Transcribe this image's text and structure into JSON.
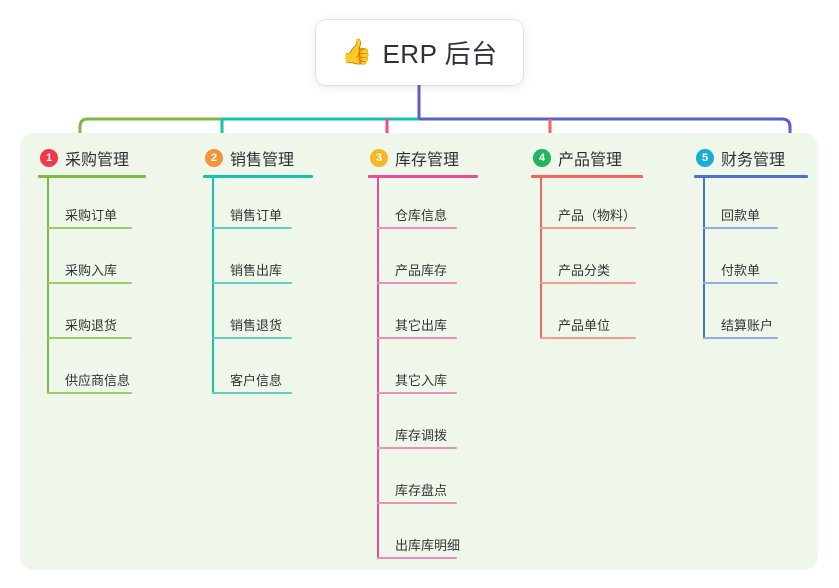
{
  "root": {
    "icon": "thumbs-up-icon",
    "emoji": "👍",
    "title": "ERP 后台"
  },
  "panel": {
    "background": "#eef7e9"
  },
  "connector_colors": {
    "center": "#5b5fc7",
    "left_bus": "#7fb843",
    "mid_bus": "#15c3ae",
    "right_bus": "#5b5fc7",
    "drop_1": "#7fb843",
    "drop_2": "#15c3ae",
    "drop_3": "#ea4c96",
    "drop_4": "#f4655e",
    "drop_5": "#4f6fd0"
  },
  "branches": [
    {
      "number": "1",
      "title": "采购管理",
      "badge_color": "#f0394d",
      "line_color": "#7fb843",
      "rule_color": "#7fb843",
      "leaf_color": "#9ccc6a",
      "children": [
        {
          "label": "采购订单"
        },
        {
          "label": "采购入库"
        },
        {
          "label": "采购退货"
        },
        {
          "label": "供应商信息"
        }
      ]
    },
    {
      "number": "2",
      "title": "销售管理",
      "badge_color": "#f3933a",
      "line_color": "#15c3ae",
      "rule_color": "#15c3ae",
      "leaf_color": "#66cdc2",
      "children": [
        {
          "label": "销售订单"
        },
        {
          "label": "销售出库"
        },
        {
          "label": "销售退货"
        },
        {
          "label": "客户信息"
        }
      ]
    },
    {
      "number": "3",
      "title": "库存管理",
      "badge_color": "#f6b825",
      "line_color": "#ea4c96",
      "rule_color": "#ea4c96",
      "leaf_color": "#ef8ebc",
      "children": [
        {
          "label": "仓库信息"
        },
        {
          "label": "产品库存"
        },
        {
          "label": "其它出库"
        },
        {
          "label": "其它入库"
        },
        {
          "label": "库存调拨"
        },
        {
          "label": "库存盘点"
        },
        {
          "label": "出库库明细"
        }
      ]
    },
    {
      "number": "4",
      "title": "产品管理",
      "badge_color": "#24b35e",
      "line_color": "#f4655e",
      "rule_color": "#f4655e",
      "leaf_color": "#f79a94",
      "children": [
        {
          "label": "产品（物料）"
        },
        {
          "label": "产品分类"
        },
        {
          "label": "产品单位"
        }
      ]
    },
    {
      "number": "5",
      "title": "财务管理",
      "badge_color": "#1aadda",
      "line_color": "#4f6fd0",
      "rule_color": "#4f6fd0",
      "leaf_color": "#93aee0",
      "children": [
        {
          "label": "回款单"
        },
        {
          "label": "付款单"
        },
        {
          "label": "结算账户"
        }
      ]
    }
  ]
}
